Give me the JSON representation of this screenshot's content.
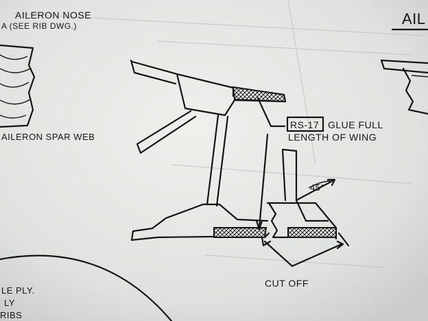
{
  "labels": {
    "aileron_nose_line1": "AILERON NOSE",
    "aileron_nose_line2": "A (SEE RIB DWG.)",
    "aileron_spar_web": "AILERON SPAR WEB",
    "title_partial": "AIL",
    "rs_part": "RS-17",
    "glue_line1": "GLUE FULL",
    "glue_line2": "LENGTH OF WING",
    "angle": "45°",
    "cut_off": "CUT OFF",
    "ply_line1": "LE PLY.",
    "ply_line2": "LY",
    "ply_line3": "RIBS"
  },
  "colors": {
    "paper": "#e6e8e5",
    "ink": "#141414"
  }
}
